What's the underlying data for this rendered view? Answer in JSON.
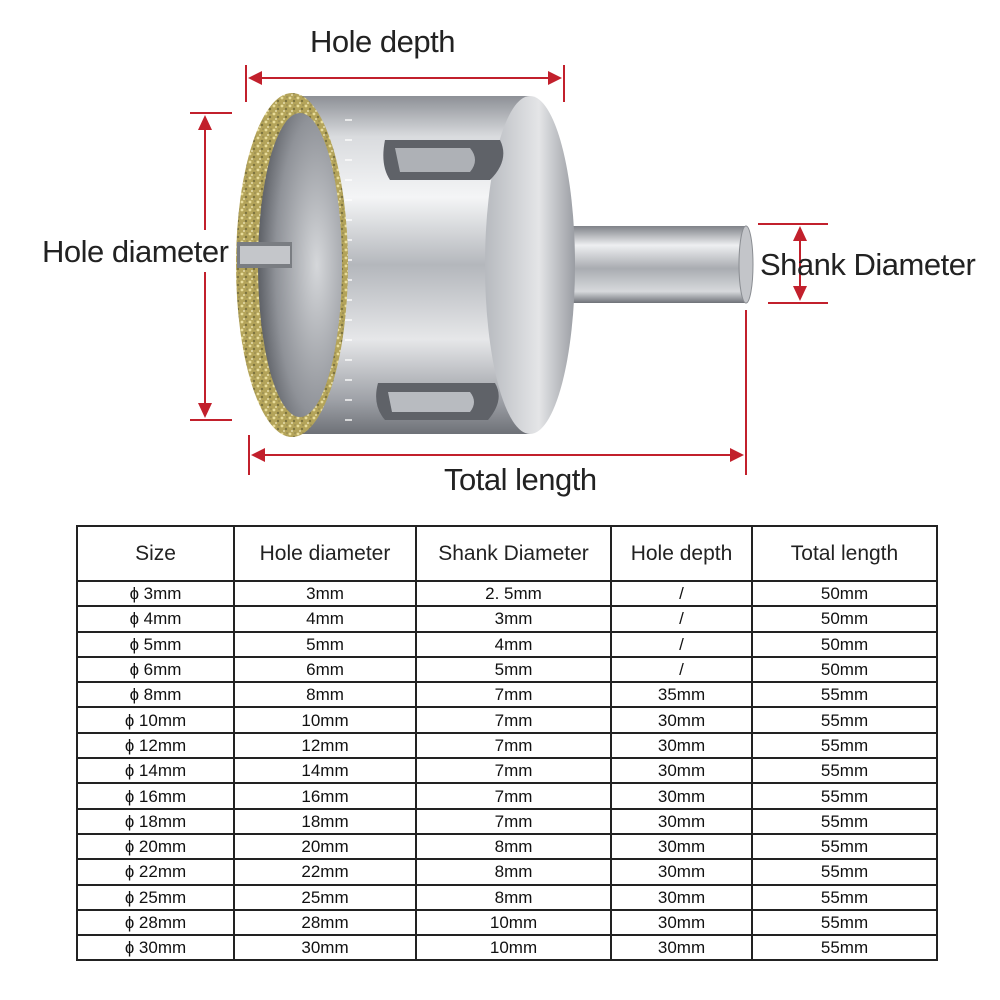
{
  "diagram": {
    "labels": {
      "hole_depth": "Hole depth",
      "hole_diameter": "Hole diameter",
      "shank_diameter": "Shank Diameter",
      "total_length": "Total length"
    },
    "colors": {
      "dimension_line": "#c2202c",
      "steel": "#c9ccd1",
      "diamond_grit": "#b9a860"
    }
  },
  "table": {
    "headers": [
      "Size",
      "Hole diameter",
      "Shank Diameter",
      "Hole depth",
      "Total length"
    ],
    "rows": [
      [
        "ɸ 3mm",
        "3mm",
        "2. 5mm",
        "/",
        "50mm"
      ],
      [
        "ɸ 4mm",
        "4mm",
        "3mm",
        "/",
        "50mm"
      ],
      [
        "ɸ 5mm",
        "5mm",
        "4mm",
        "/",
        "50mm"
      ],
      [
        "ɸ 6mm",
        "6mm",
        "5mm",
        "/",
        "50mm"
      ],
      [
        "ɸ 8mm",
        "8mm",
        "7mm",
        "35mm",
        "55mm"
      ],
      [
        "ɸ 10mm",
        "10mm",
        "7mm",
        "30mm",
        "55mm"
      ],
      [
        "ɸ 12mm",
        "12mm",
        "7mm",
        "30mm",
        "55mm"
      ],
      [
        "ɸ 14mm",
        "14mm",
        "7mm",
        "30mm",
        "55mm"
      ],
      [
        "ɸ 16mm",
        "16mm",
        "7mm",
        "30mm",
        "55mm"
      ],
      [
        "ɸ 18mm",
        "18mm",
        "7mm",
        "30mm",
        "55mm"
      ],
      [
        "ɸ 20mm",
        "20mm",
        "8mm",
        "30mm",
        "55mm"
      ],
      [
        "ɸ 22mm",
        "22mm",
        "8mm",
        "30mm",
        "55mm"
      ],
      [
        "ɸ 25mm",
        "25mm",
        "8mm",
        "30mm",
        "55mm"
      ],
      [
        "ɸ 28mm",
        "28mm",
        "10mm",
        "30mm",
        "55mm"
      ],
      [
        "ɸ 30mm",
        "30mm",
        "10mm",
        "30mm",
        "55mm"
      ]
    ]
  }
}
